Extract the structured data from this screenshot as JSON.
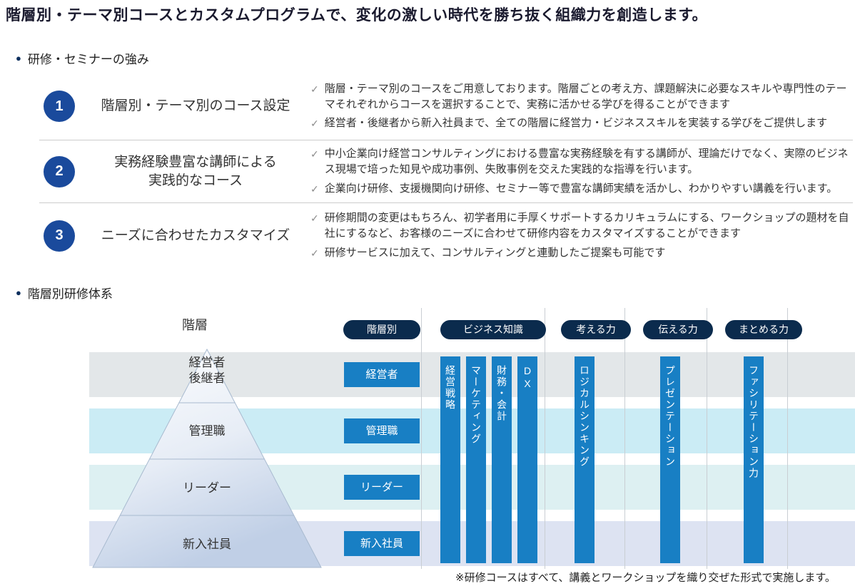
{
  "page": {
    "headline": "階層別・テーマ別コースとカスタムプログラムで、変化の激しい時代を勝ち抜く組織力を創造します。"
  },
  "icons": {
    "bullet": "●",
    "check": "✓"
  },
  "strengths": {
    "section_title": "研修・セミナーの強み",
    "items": [
      {
        "number": "1",
        "title": "階層別・テーマ別のコース設定",
        "points": [
          "階層・テーマ別のコースをご用意しております。階層ごとの考え方、課題解決に必要なスキルや専門性のテーマそれぞれからコースを選択することで、実務に活かせる学びを得ることができます",
          "経営者・後継者から新入社員まで、全ての階層に経営力・ビジネススキルを実装する学びをご提供します"
        ]
      },
      {
        "number": "2",
        "title": "実務経験豊富な講師による\n実践的なコース",
        "points": [
          "中小企業向け経営コンサルティングにおける豊富な実務経験を有する講師が、理論だけでなく、実際のビジネス現場で培った知見や成功事例、失敗事例を交えた実践的な指導を行います。",
          "企業向け研修、支援機関向け研修、セミナー等で豊富な講師実績を活かし、わかりやすい講義を行います。"
        ]
      },
      {
        "number": "3",
        "title": "ニーズに合わせたカスタマイズ",
        "points": [
          "研修期間の変更はもちろん、初学者用に手厚くサポートするカリキュラムにする、ワークショップの題材を自社にするなど、お客様のニーズに合わせて研修内容をカスタマイズすることができます",
          "研修サービスに加えて、コンサルティングと連動したご提案も可能です"
        ]
      }
    ]
  },
  "hierarchy": {
    "section_title": "階層別研修体系",
    "axis_label": "階層",
    "category_pills": [
      {
        "label": "階層別"
      },
      {
        "label": "ビジネス知識"
      },
      {
        "label": "考える力"
      },
      {
        "label": "伝える力"
      },
      {
        "label": "まとめる力"
      }
    ],
    "pyramid_levels": [
      {
        "label": "経営者\n後継者"
      },
      {
        "label": "管理職"
      },
      {
        "label": "リーダー"
      },
      {
        "label": "新入社員"
      }
    ],
    "level_boxes": [
      {
        "label": "経営者"
      },
      {
        "label": "管理職"
      },
      {
        "label": "リーダー"
      },
      {
        "label": "新入社員"
      }
    ],
    "bars": [
      {
        "label": "経営戦略",
        "category": "ビジネス知識"
      },
      {
        "label": "マーケティング",
        "category": "ビジネス知識"
      },
      {
        "label": "財務・会計",
        "category": "ビジネス知識"
      },
      {
        "label": "DX",
        "category": "ビジネス知識"
      },
      {
        "label": "ロジカルシンキング",
        "category": "考える力"
      },
      {
        "label": "プレゼンテーション",
        "category": "伝える力"
      },
      {
        "label": "ファシリテーション力",
        "category": "まとめる力"
      }
    ],
    "footnote": "※研修コースはすべて、講義とワークショップを織り交ぜた形式で実施します。"
  },
  "colors": {
    "badge_blue": "#1a4a9c",
    "bar_blue": "#187fc4",
    "pill_navy": "#0b2b4d",
    "band_row1": "#e3e7e9",
    "band_row2": "#cbecf5",
    "band_row3": "#ddf0f2",
    "band_row4": "#dde3f2",
    "text_dark": "#1a1a2e",
    "text_body": "#333333",
    "check_gray": "#8a8a8a",
    "divider_gray": "#cccccc",
    "bullet_navy": "#0d2f5e"
  }
}
